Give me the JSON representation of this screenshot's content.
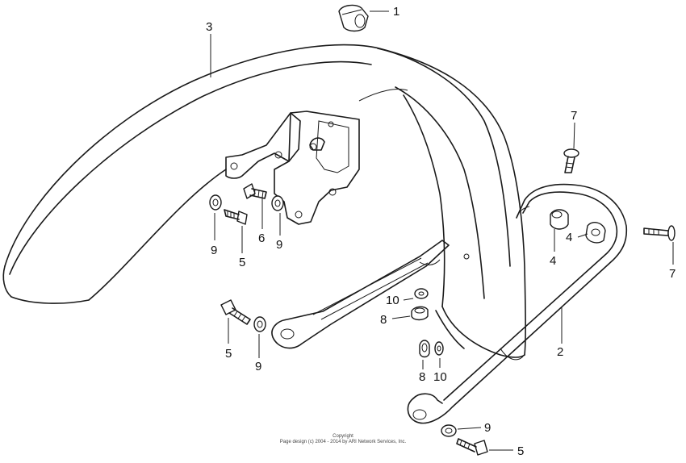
{
  "diagram": {
    "callouts": [
      {
        "id": "c1",
        "label": "1"
      },
      {
        "id": "c2",
        "label": "2"
      },
      {
        "id": "c3",
        "label": "3"
      },
      {
        "id": "c4a",
        "label": "4"
      },
      {
        "id": "c4b",
        "label": "4"
      },
      {
        "id": "c5a",
        "label": "5"
      },
      {
        "id": "c5b",
        "label": "5"
      },
      {
        "id": "c5c",
        "label": "5"
      },
      {
        "id": "c6",
        "label": "6"
      },
      {
        "id": "c7a",
        "label": "7"
      },
      {
        "id": "c7b",
        "label": "7"
      },
      {
        "id": "c8a",
        "label": "8"
      },
      {
        "id": "c8b",
        "label": "8"
      },
      {
        "id": "c9a",
        "label": "9"
      },
      {
        "id": "c9b",
        "label": "9"
      },
      {
        "id": "c9c",
        "label": "9"
      },
      {
        "id": "c9d",
        "label": "9"
      },
      {
        "id": "c10a",
        "label": "10"
      },
      {
        "id": "c10b",
        "label": "10"
      }
    ],
    "copyright": {
      "line1": "Copyright",
      "line2": "Page design (c) 2004 - 2014 by ARI Network Services, Inc."
    }
  }
}
